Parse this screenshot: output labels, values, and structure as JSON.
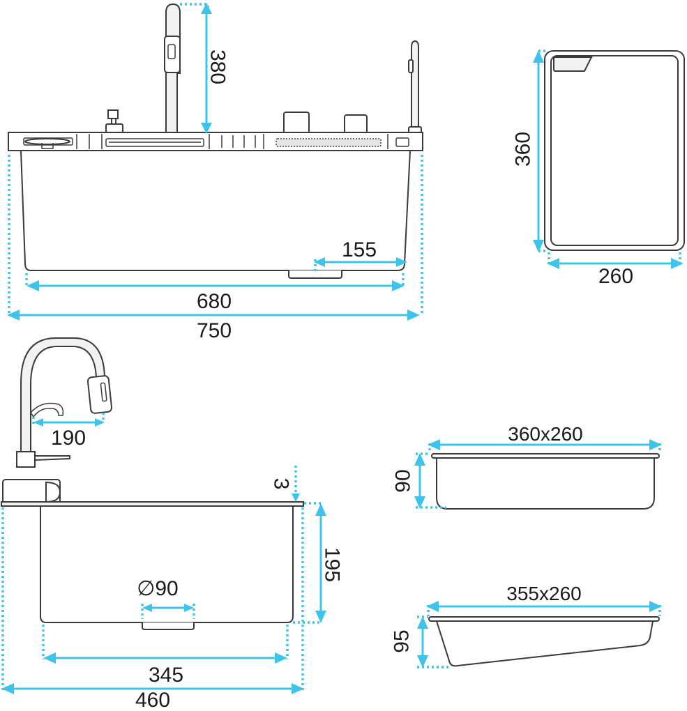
{
  "colors": {
    "dimension": "#3ec4ea",
    "outline": "#3a3a3a",
    "text": "#1a1a1a",
    "background": "#ffffff"
  },
  "top_view": {
    "faucet_height": "380",
    "drain_offset": "155",
    "bowl_width": "680",
    "overall_width": "750"
  },
  "cutting_board": {
    "height": "360",
    "width": "260"
  },
  "side_view": {
    "spout_reach": "190",
    "rim_thickness": "3",
    "depth": "195",
    "drain_diameter": "∅90",
    "bottom_width": "345",
    "overall_depth": "460"
  },
  "basket": {
    "size": "360x260",
    "height": "90"
  },
  "tray": {
    "size": "355x260",
    "height": "95"
  }
}
